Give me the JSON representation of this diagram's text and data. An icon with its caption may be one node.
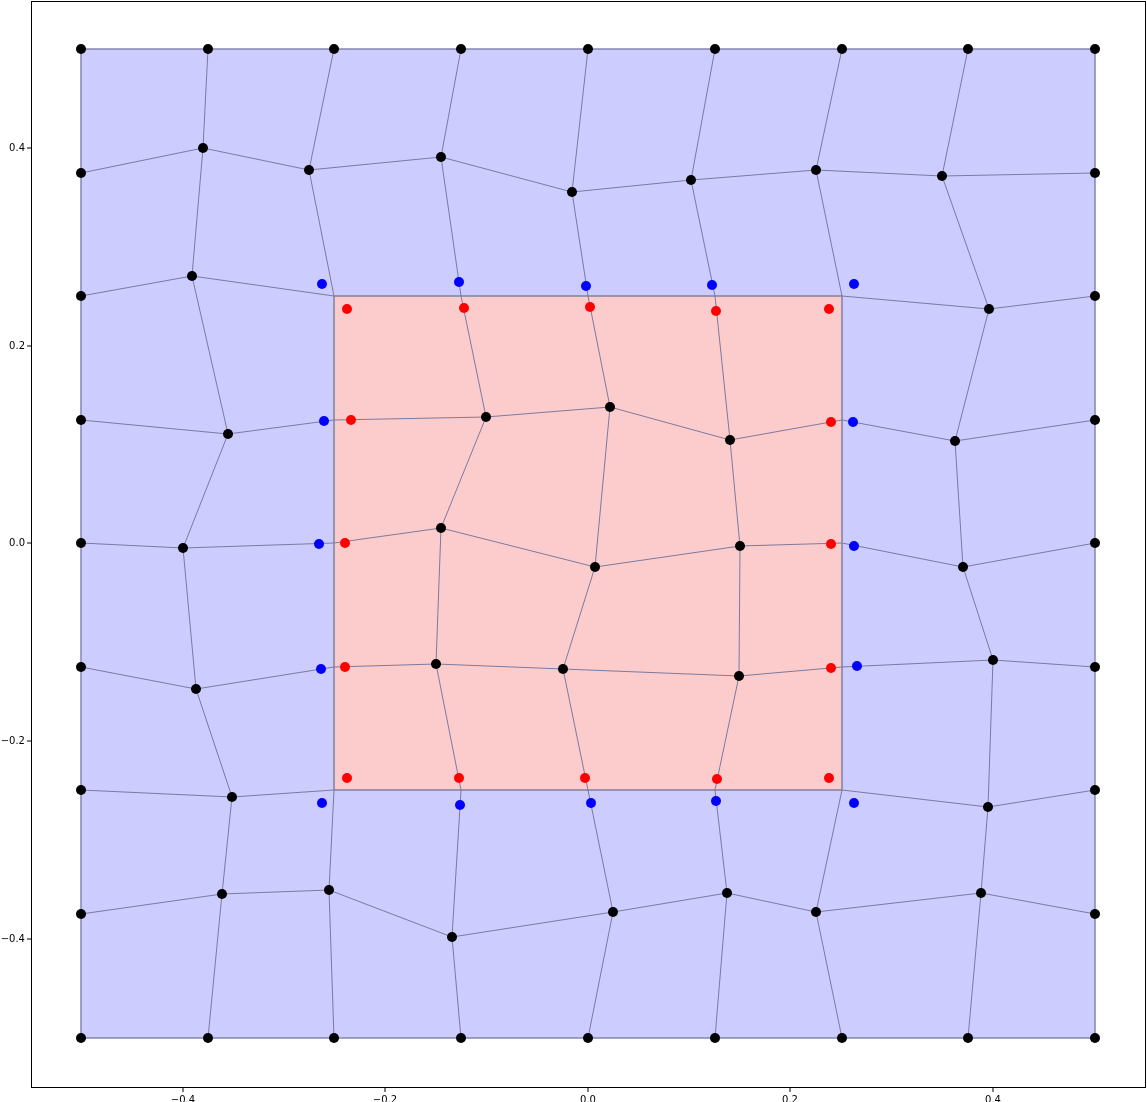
{
  "diagram": {
    "labels": [
      "0.4",
      "0.2",
      "0.0",
      "−0.2",
      "−0.4",
      "−0.4",
      "−0.2",
      "0.0",
      "0.2",
      "0.4"
    ]
  }
}
